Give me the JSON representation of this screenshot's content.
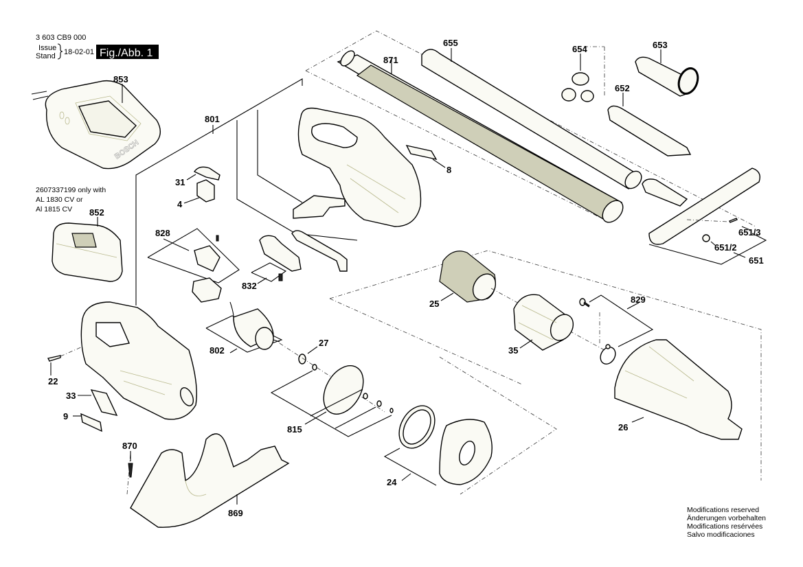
{
  "header": {
    "part_number": "3 603 CB9 000",
    "issue_label": "Issue",
    "stand_label": "Stand",
    "issue_date": "18-02-01",
    "figure_label": "Fig./Abb. 1"
  },
  "battery_note": [
    "2607337199 only with",
    "AL 1830 CV or",
    "Al 1815 CV"
  ],
  "charger_brand": "BOSCH",
  "footer_notes": [
    "Modifications reserved",
    "Änderungen vorbehalten",
    "Modifications resérvées",
    "Salvo modificaciones"
  ],
  "callouts": {
    "c853": "853",
    "c801": "801",
    "c852": "852",
    "c31": "31",
    "c4": "4",
    "c828": "828",
    "c832": "832",
    "c802": "802",
    "c27": "27",
    "c22": "22",
    "c33": "33",
    "c9": "9",
    "c815": "815",
    "c870": "870",
    "c869": "869",
    "c24": "24",
    "c871": "871",
    "c655": "655",
    "c654": "654",
    "c653": "653",
    "c652": "652",
    "c8": "8",
    "c651_3": "651/3",
    "c651_2": "651/2",
    "c651": "651",
    "c25": "25",
    "c35": "35",
    "c829": "829",
    "c26": "26"
  }
}
